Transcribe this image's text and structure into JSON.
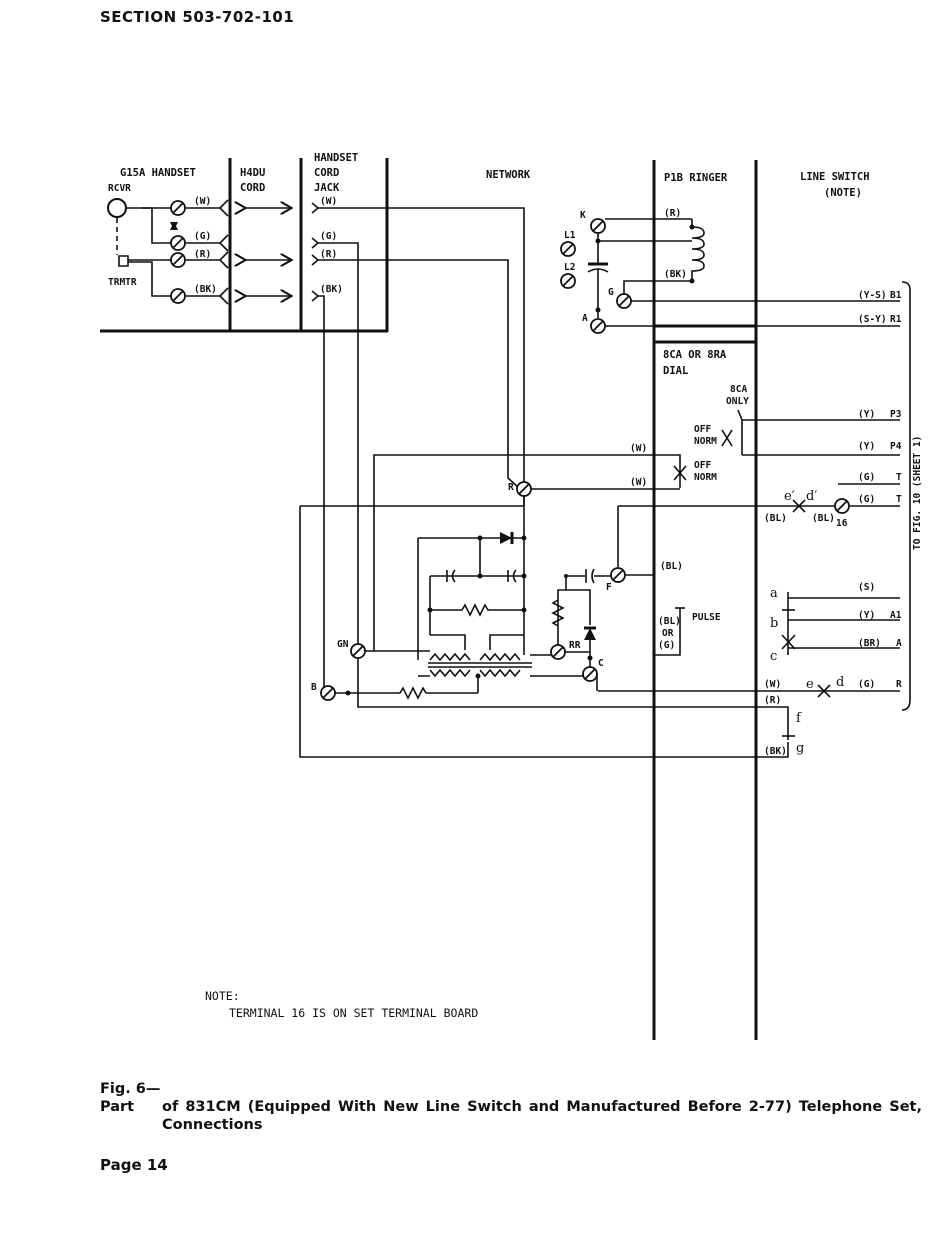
{
  "header": {
    "section": "SECTION 503-702-101"
  },
  "columns": {
    "handset": "G15A HANDSET",
    "cord_l1": "H4DU",
    "cord_l2": "CORD",
    "jack_l1": "HANDSET",
    "jack_l2": "CORD",
    "jack_l3": "JACK",
    "network": "NETWORK",
    "ringer": "P1B RINGER",
    "line_switch_l1": "LINE SWITCH",
    "line_switch_l2": "(NOTE)",
    "dial_l1": "8CA OR 8RA",
    "dial_l2": "DIAL"
  },
  "labels": {
    "rcvr": "RCVR",
    "trmtr": "TRMTR",
    "w": "(W)",
    "g": "(G)",
    "r": "(R)",
    "bk": "(BK)",
    "bl": "(BL)",
    "y": "(Y)",
    "br": "(BR)",
    "s": "(S)",
    "ys": "(Y-S)",
    "sy": "(S-Y)",
    "b1": "B1",
    "r1": "R1",
    "p3": "P3",
    "p4": "P4",
    "t": "T",
    "a1": "A1",
    "a": "A",
    "rr_term": "R",
    "K": "K",
    "G": "G",
    "A": "A",
    "L1": "L1",
    "L2": "L2",
    "only_l1": "8CA",
    "only_l2": "ONLY",
    "off": "OFF",
    "norm": "NORM",
    "R": "R",
    "GN": "GN",
    "B": "B",
    "RR": "RR",
    "C": "C",
    "F": "F",
    "pulse": "PULSE",
    "or": "OR",
    "term16": "16",
    "e_p": "e′",
    "d_p": "d′",
    "a_s": "a",
    "b_s": "b",
    "c_s": "c",
    "e_s": "e",
    "d_s": "d",
    "f_s": "f",
    "g_s": "g",
    "to_fig": "TO FIG. 10 (SHEET 1)"
  },
  "note": {
    "title": "NOTE:",
    "text": "TERMINAL 16 IS ON SET TERMINAL BOARD"
  },
  "caption": {
    "fig": "Fig. 6—Part",
    "line1": "of 831CM (Equipped With New Line Switch and Manufactured Before 2-77) Telephone Set,",
    "line2": "Connections"
  },
  "page": "Page 14"
}
